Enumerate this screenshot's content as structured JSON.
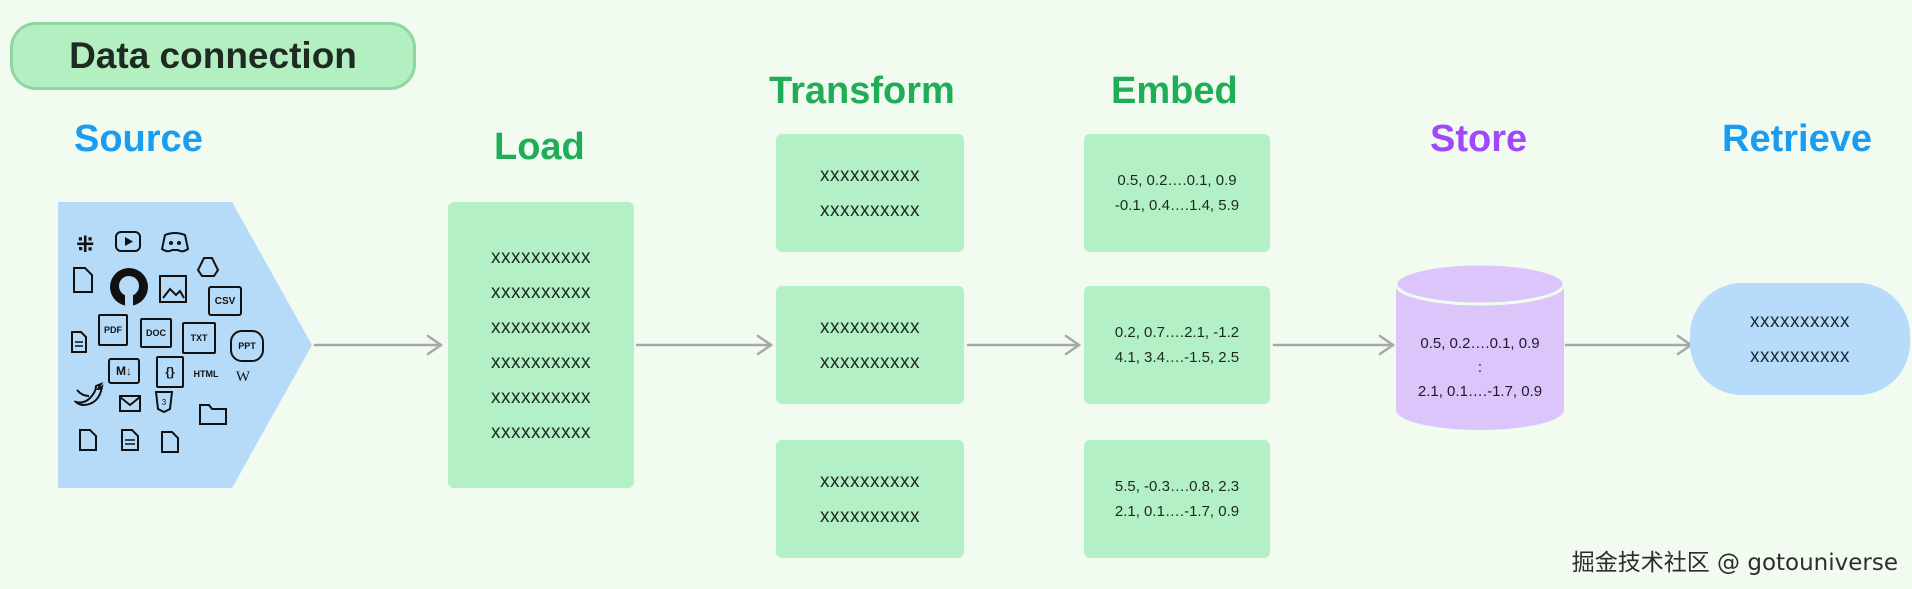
{
  "title": "Data connection",
  "stages": {
    "source": {
      "label": "Source",
      "color": "#1a9df0"
    },
    "load": {
      "label": "Load",
      "color": "#1fae57"
    },
    "transform": {
      "label": "Transform",
      "color": "#1fae57"
    },
    "embed": {
      "label": "Embed",
      "color": "#1fae57"
    },
    "store": {
      "label": "Store",
      "color": "#a347ff"
    },
    "retrieve": {
      "label": "Retrieve",
      "color": "#1a9df0"
    }
  },
  "source_icons": {
    "csv": "CSV",
    "pdf": "PDF",
    "doc": "DOC",
    "txt": "TXT",
    "ppt": "PPT",
    "md": "M↓",
    "json": "{}",
    "html": "HTML",
    "wiki": "W"
  },
  "load_lines": [
    "xxxxxxxxxx",
    "xxxxxxxxxx",
    "xxxxxxxxxx",
    "xxxxxxxxxx",
    "xxxxxxxxxx",
    "xxxxxxxxxx"
  ],
  "transform_boxes": [
    [
      "xxxxxxxxxx",
      "xxxxxxxxxx"
    ],
    [
      "xxxxxxxxxx",
      "xxxxxxxxxx"
    ],
    [
      "xxxxxxxxxx",
      "xxxxxxxxxx"
    ]
  ],
  "embed_boxes": [
    [
      "0.5, 0.2….0.1, 0.9",
      "-0.1, 0.4….1.4, 5.9"
    ],
    [
      "0.2, 0.7….2.1, -1.2",
      "4.1, 3.4….-1.5, 2.5"
    ],
    [
      "5.5, -0.3….0.8, 2.3",
      "2.1, 0.1….-1.7, 0.9"
    ]
  ],
  "store_lines": [
    "0.5, 0.2….0.1, 0.9",
    ":",
    "2.1, 0.1….-1.7, 0.9"
  ],
  "retrieve_lines": [
    "xxxxxxxxxx",
    "xxxxxxxxxx"
  ],
  "watermark": "掘金技术社区 @ gotouniverse"
}
